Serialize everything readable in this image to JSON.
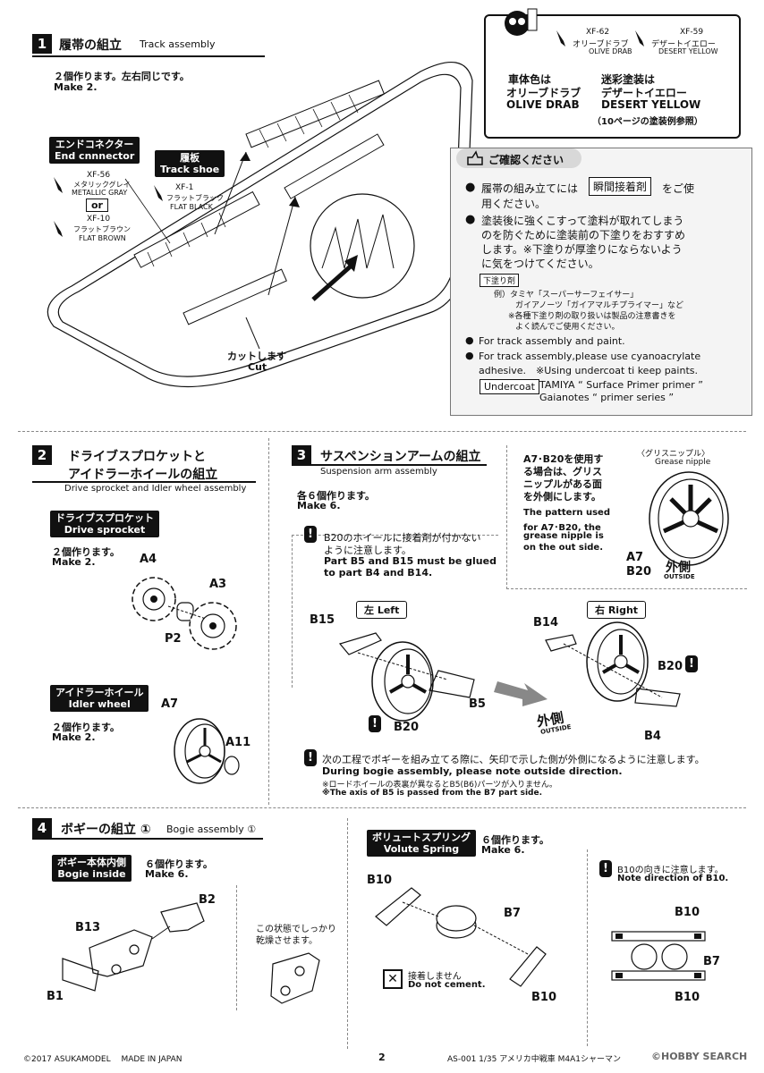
{
  "step1": {
    "number": "1",
    "title_jp": "履帯の組立",
    "title_en": "Track assembly",
    "make_jp": "２個作ります。左右同じです。",
    "make_en": "Make 2.",
    "end_connector_jp": "エンドコネクター",
    "end_connector_en": "End cnnnector",
    "xf56_code": "XF-56",
    "xf56_jp": "メタリックグレイ",
    "xf56_en": "METALLIC GRAY",
    "or_label": "or",
    "xf10_code": "XF-10",
    "xf10_jp": "フラットブラウン",
    "xf10_en": "FLAT BROWN",
    "track_shoe_jp": "履板",
    "track_shoe_en": "Track shoe",
    "xf1_code": "XF-1",
    "xf1_jp": "フラットブラック",
    "xf1_en": "FLAT BLACK",
    "cut_jp": "カットします",
    "cut_en": "Cut"
  },
  "paint_box": {
    "xf62_code": "XF-62",
    "xf62_jp": "オリーブドラブ",
    "xf62_en": "OLIVE DRAB",
    "xf59_code": "XF-59",
    "xf59_jp": "デザートイエロー",
    "xf59_en": "DESERT YELLOW",
    "body_color_jp": "車体色は",
    "body_color_jp2": "オリーブドラブ",
    "body_color_en": "OLIVE DRAB",
    "camo_jp": "迷彩塗装は",
    "camo_jp2": "デザートイエロー",
    "camo_en": "DESERT YELLOW",
    "camo_ref": "（10ページの塗装例参照）"
  },
  "confirm": {
    "title": "ご確認ください",
    "b1_pre": "履帯の組み立てには",
    "b1_box": "瞬間接着剤",
    "b1_post": "をご使",
    "b1_line2": "用ください。",
    "b2_l1": "塗装後に強くこすって塗料が取れてしまう",
    "b2_l2": "のを防ぐために塗装前の下塗りをおすすめ",
    "b2_l3": "します。※下塗りが厚塗りにならないよう",
    "b2_l4": "に気をつけてください。",
    "undercoat_jp": "下塗り剤",
    "ex_l1": "例）タミヤ「スーパーサーフェイサー」",
    "ex_l2": "ガイアノーツ「ガイアマルチプライマー」など",
    "ex_l3": "※各種下塗り剤の取り扱いは製品の注意書きを",
    "ex_l4": "よく読んでご使用ください。",
    "en1": "For track assembly and paint.",
    "en2_l1": "For track assembly,please use cyanoacrylate",
    "en2_l2": "adhesive.　※Using undercoat ti keep paints.",
    "undercoat_en": "Undercoat",
    "tamiya": "TAMIYA “ Surface Primer primer ”",
    "gaianotes": "Gaianotes “ primer series ”"
  },
  "step2": {
    "number": "2",
    "title_jp_l1": "ドライブスプロケットと",
    "title_jp_l2": "アイドラーホイールの組立",
    "title_en": "Drive sprocket and Idler wheel assembly",
    "sprocket_jp": "ドライブスプロケット",
    "sprocket_en": "Drive sprocket",
    "make_jp": "２個作ります。",
    "make_en": "Make 2.",
    "a4": "A4",
    "a3": "A3",
    "p2": "P2",
    "idler_jp": "アイドラーホイール",
    "idler_en": "Idler wheel",
    "make2_jp": "２個作ります。",
    "make2_en": "Make 2.",
    "a7": "A7",
    "a11": "A11"
  },
  "step3": {
    "number": "3",
    "title_jp": "サスペンションアームの組立",
    "title_en": "Suspension arm assembly",
    "make_jp": "各６個作ります。",
    "make_en": "Make 6.",
    "note1_jp_l1": "B20のホイールに接着剤が付かない",
    "note1_jp_l2": "ように注意します。",
    "note1_en_l1": "Part B5 and B15 must be glued",
    "note1_en_l2": "to part B4 and B14.",
    "a7b20_jp_l1": "A7･B20を使用す",
    "a7b20_jp_l2": "る場合は、グリス",
    "a7b20_jp_l3": "ニップルがある面",
    "a7b20_jp_l4": "を外側にします。",
    "a7b20_en_l1": "The pattern used",
    "a7b20_en_l2": "for A7･B20, the",
    "a7b20_en_l3": "grease nipple is",
    "a7b20_en_l4": "on the out side.",
    "grease_jp": "〈グリスニップル〉",
    "grease_en": "Grease nipple",
    "a7": "A7",
    "b20": "B20",
    "outside_jp": "外側",
    "outside_en": "OUTSIDE",
    "left_label": "左 Left",
    "right_label": "右 Right",
    "b15": "B15",
    "b5": "B5",
    "b20_left": "B20",
    "b14": "B14",
    "b20_right": "B20",
    "b4": "B4",
    "note2_jp": "次の工程でボギーを組み立てる際に、矢印で示した側が外側になるように注意します。",
    "note2_en": "During bogie assembly, please note outside direction.",
    "note2_sub_jp": "※ロードホイールの表裏が異なるとB5(B6)パーツが入りません。",
    "note2_sub_en": "※The axis of B5 is passed from the B7 part side."
  },
  "step4": {
    "number": "4",
    "title_jp": "ボギーの組立 ①",
    "title_en": "Bogie assembly ①",
    "bogie_inside_jp": "ボギー本体内側",
    "bogie_inside_en": "Bogie inside",
    "make_jp": "６個作ります。",
    "make_en": "Make 6.",
    "b2": "B2",
    "b13": "B13",
    "b1": "B1",
    "dry_l1": "この状態でしっかり",
    "dry_l2": "乾燥させます。",
    "volute_jp": "ボリュートスプリング",
    "volute_en": "Volute Spring",
    "make2_jp": "６個作ります。",
    "make2_en": "Make 6.",
    "b10": "B10",
    "b7": "B7",
    "b10_bottom": "B10",
    "no_cement_jp": "接着しません",
    "no_cement_en": "Do not cement.",
    "b10_note_jp": "B10の向きに注意します。",
    "b10_note_en": "Note direction of B10.",
    "r_b10_top": "B10",
    "r_b7": "B7",
    "r_b10_bottom": "B10"
  },
  "footer": {
    "copyright": "©2017 ASUKAMODEL　 MADE IN JAPAN",
    "page": "2",
    "product": "AS-001  1/35 アメリカ中戦車 M4A1シャーマン",
    "watermark": "©HOBBY SEARCH"
  }
}
